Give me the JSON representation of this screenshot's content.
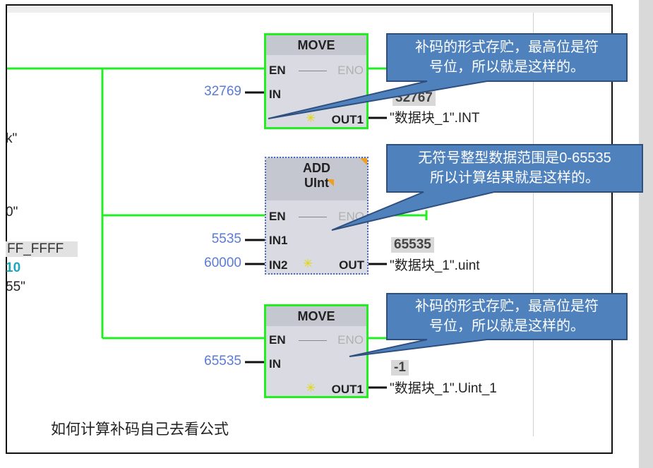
{
  "move1": {
    "title": "MOVE",
    "en": "EN",
    "eno": "ENO",
    "in": "IN",
    "out": "OUT1",
    "in_value": "32769",
    "out_value": "32767",
    "out_tag": "\"数据块_1\".INT"
  },
  "add": {
    "title": "ADD",
    "type": "UInt",
    "en": "EN",
    "eno": "ENO",
    "in1": "IN1",
    "in2": "IN2",
    "out": "OUT",
    "in1_value": "5535",
    "in2_value": "60000",
    "out_value": "65535",
    "out_tag": "\"数据块_1\".uint"
  },
  "move2": {
    "title": "MOVE",
    "en": "EN",
    "eno": "ENO",
    "in": "IN",
    "out": "OUT1",
    "in_value": "65535",
    "out_value": "-1",
    "out_tag": "\"数据块_1\".Uint_1"
  },
  "callouts": [
    {
      "line1": "补码的形式存贮，最高位是符",
      "line2": "号位，所以就是这样的。"
    },
    {
      "line1": "无符号整型数据范围是0-65535",
      "line2": "所以计算结果就是这样的。"
    },
    {
      "line1": "补码的形式存贮，最高位是符",
      "line2": "号位，所以就是这样的。"
    }
  ],
  "left_fragments": [
    "k\"",
    "0\"",
    "FF_FFFF",
    "10",
    "55\""
  ],
  "footer_note": "如何计算补码自己去看公式",
  "colors": {
    "wire": "#22ee22",
    "callout": "#4f81bd",
    "value": "#5a7bd6"
  }
}
